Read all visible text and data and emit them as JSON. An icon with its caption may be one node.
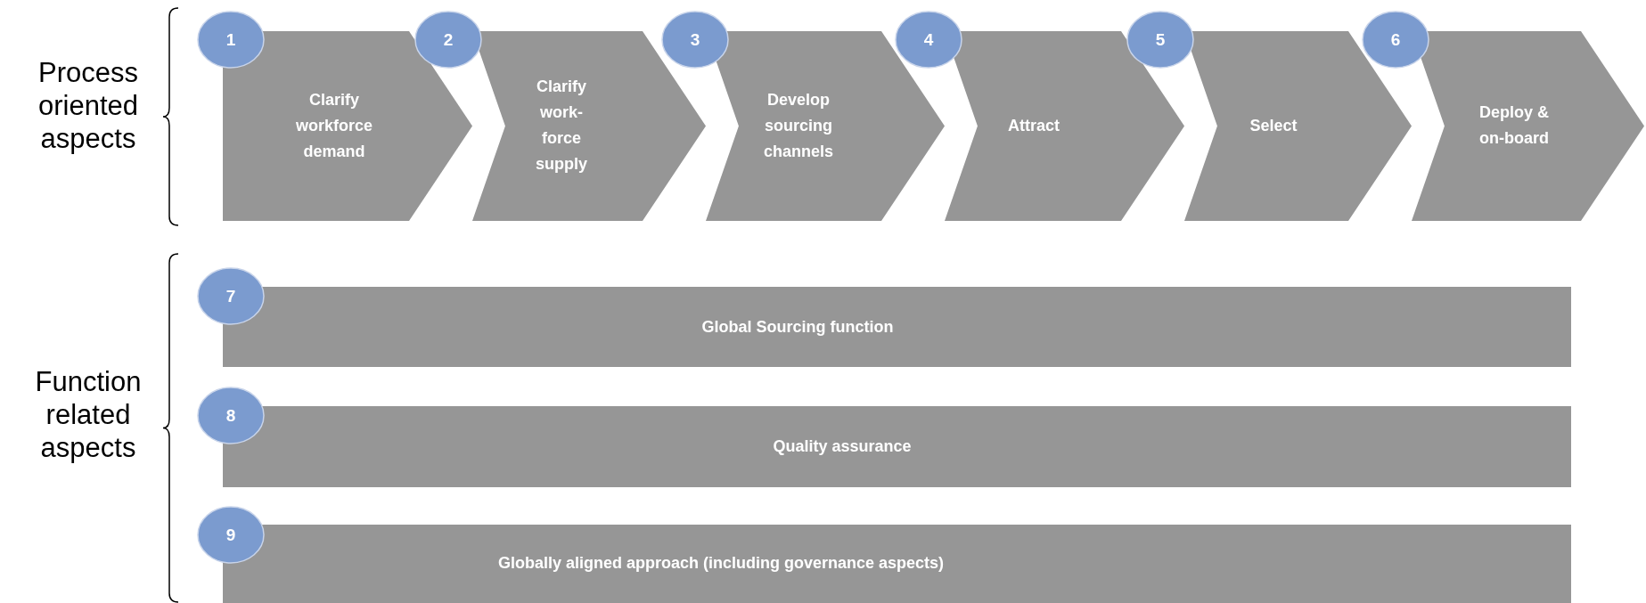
{
  "diagram": {
    "nodes": [
      {
        "text": [
          "1"
        ]
      },
      {
        "text": [
          "Clarify workforce demand"
        ]
      },
      {
        "text": [
          "2"
        ]
      },
      {
        "text": [
          "Clarify work- force supply"
        ]
      },
      {
        "text": [
          "3"
        ]
      },
      {
        "text": [
          "Develop sourcing channels"
        ]
      },
      {
        "text": [
          "4"
        ]
      },
      {
        "text": [
          "Attract"
        ]
      },
      {
        "text": [
          "5"
        ]
      },
      {
        "text": [
          "Select"
        ]
      },
      {
        "text": [
          "6"
        ]
      },
      {
        "text": [
          "Deploy & on-board"
        ]
      },
      {
        "text": [
          "7"
        ]
      },
      {
        "text": [
          "Global Sourcing function"
        ]
      },
      {
        "text": [
          "8"
        ]
      },
      {
        "text": [
          "Quality assurance"
        ]
      },
      {
        "text": [
          "9"
        ]
      },
      {
        "text": [
          "Globally aligned approach (including governance aspects)"
        ]
      }
    ],
    "edges": [],
    "labels": [
      "Process oriented aspects",
      "Function related aspects"
    ]
  }
}
